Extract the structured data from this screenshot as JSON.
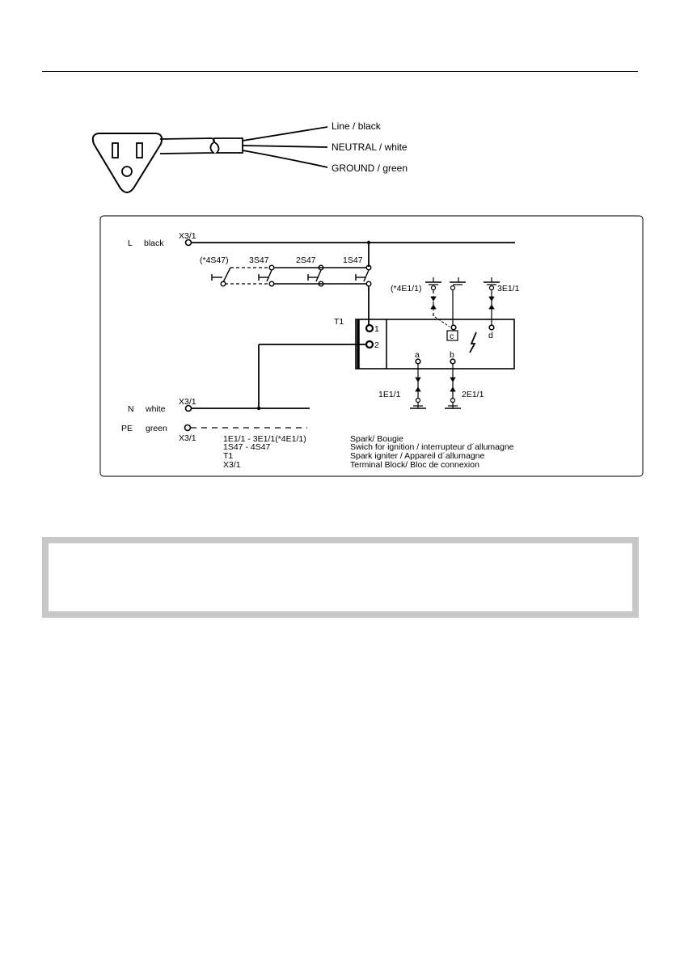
{
  "plug": {
    "line_label": "Line / black",
    "neutral_label": "NEUTRAL / white",
    "ground_label": "GROUND / green"
  },
  "schematic": {
    "terminal_l": "X3/1",
    "l_label": "L",
    "l_color": "black",
    "switches": [
      "(*4S47)",
      "3S47",
      "2S47",
      "1S47"
    ],
    "igniter": "T1",
    "igniter_pin1": "1",
    "igniter_pin2": "2",
    "spark_top_left": "(*4E1/1)",
    "spark_top_right": "3E1/1",
    "pin_a": "a",
    "pin_b": "b",
    "pin_c": "c",
    "pin_d": "d",
    "spark_bottom_left": "1E1/1",
    "spark_bottom_right": "2E1/1",
    "terminal_n": "X3/1",
    "n_label": "N",
    "n_color": "white",
    "pe_label": "PE",
    "pe_color": "green",
    "terminal_pe": "X3/1"
  },
  "legend": [
    {
      "code": "1E1/1 - 3E1/1(*4E1/1)",
      "desc": "Spark/ Bougie"
    },
    {
      "code": "1S47 - 4S47",
      "desc": "Swich for ignition / interrupteur d´allumagne"
    },
    {
      "code": "T1",
      "desc": "Spark igniter / Appareil d´allumagne"
    },
    {
      "code": "X3/1",
      "desc": "Terminal Block/ Bloc de connexion"
    }
  ]
}
